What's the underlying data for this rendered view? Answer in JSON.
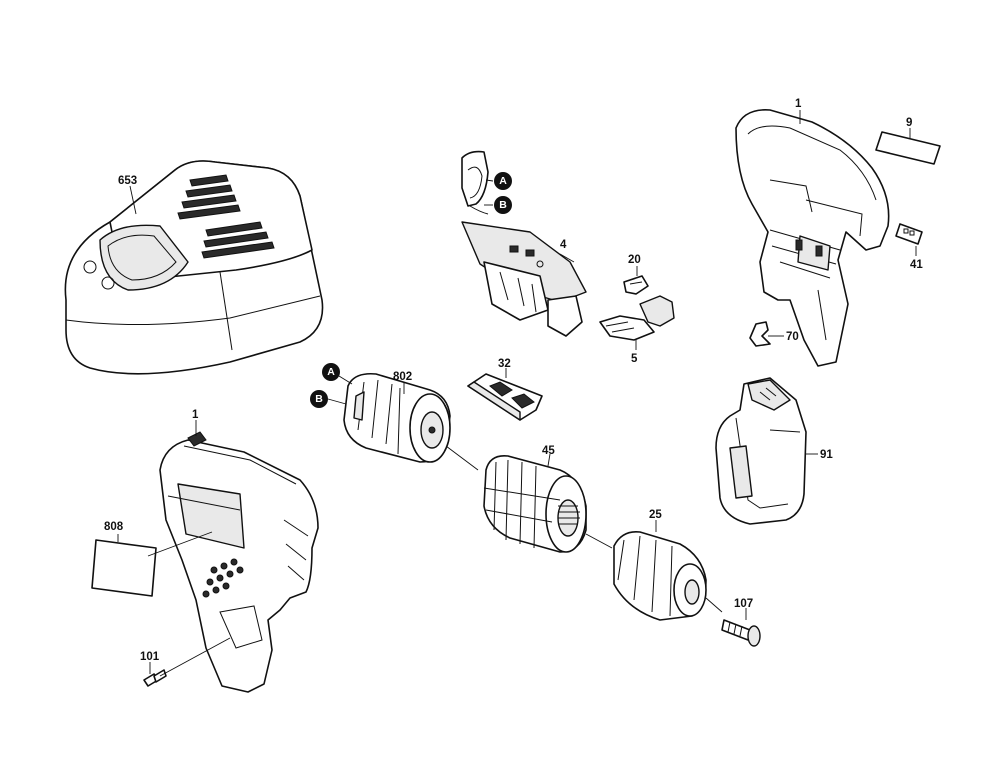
{
  "labels": {
    "charger": "653",
    "switch": "4",
    "marker_a_top": "A",
    "marker_b_top": "B",
    "marker_a_motor": "A",
    "marker_b_motor": "B",
    "clip_20": "20",
    "slide_5": "5",
    "housing_top": "1",
    "label_9": "9",
    "plate_41": "41",
    "clip_70": "70",
    "motor": "802",
    "slider_32": "32",
    "gearbox": "45",
    "battery": "91",
    "housing_bottom": "1",
    "nameplate": "808",
    "chuck": "25",
    "screw_107": "107",
    "screw_101": "101"
  }
}
